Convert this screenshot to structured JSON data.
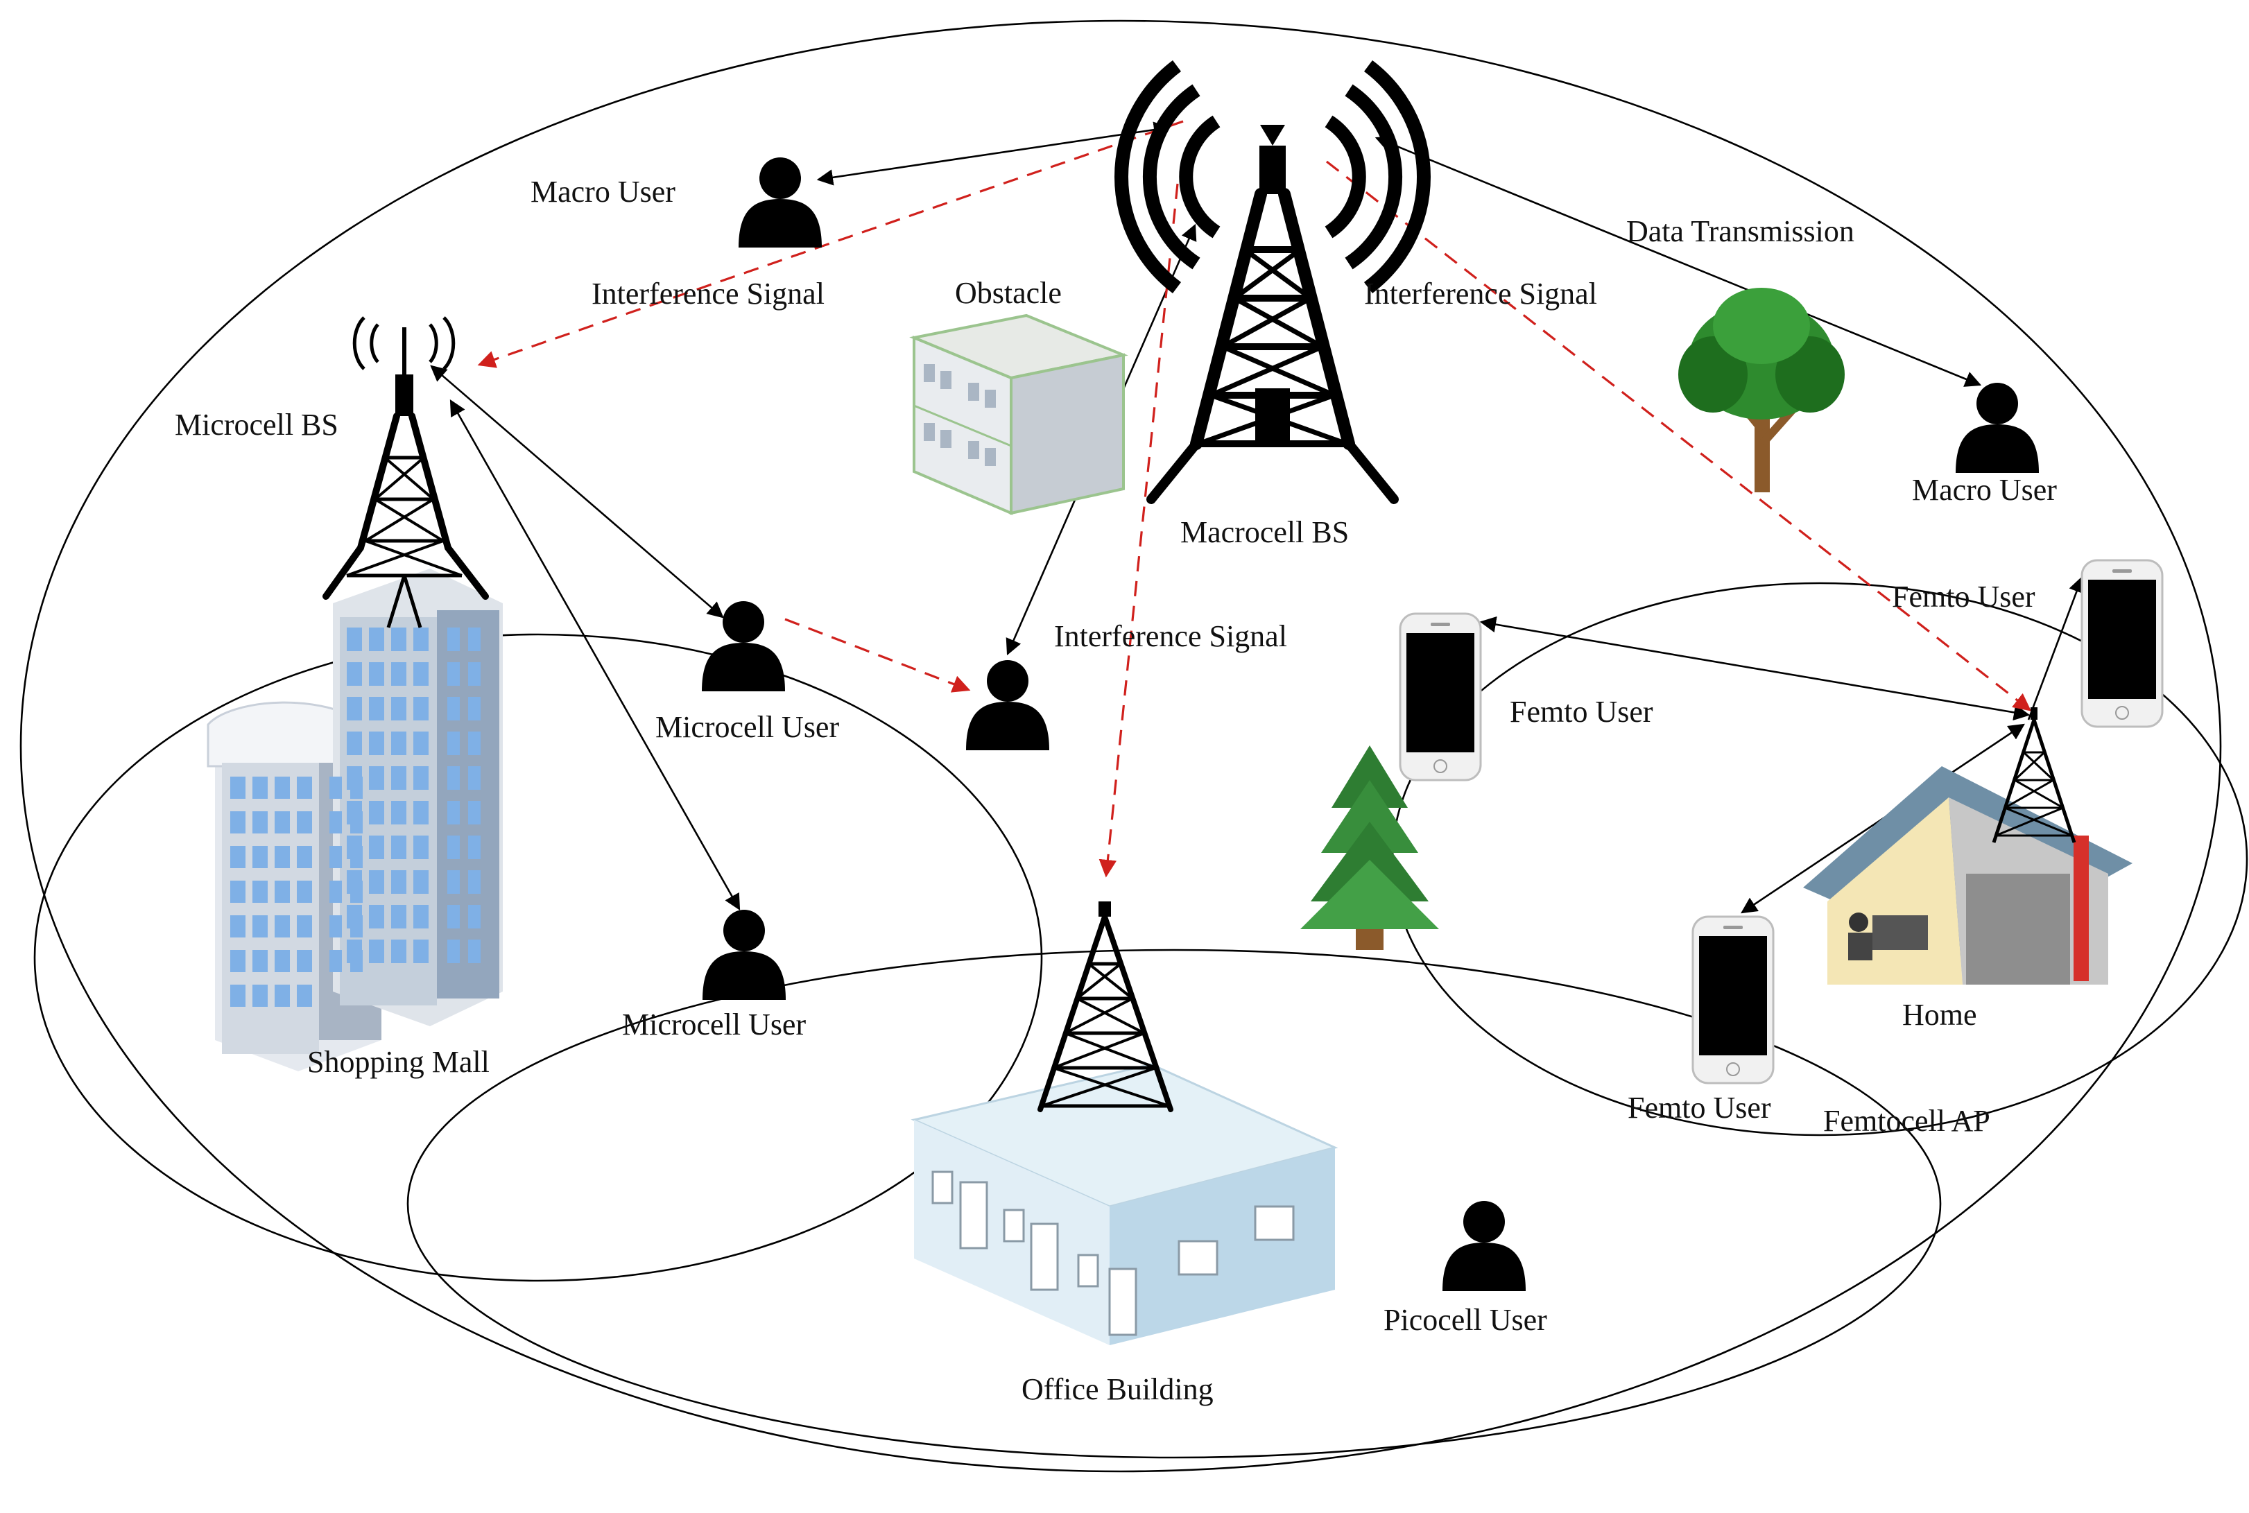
{
  "title": "",
  "labels": {
    "macro_user_1": "Macro User",
    "macro_user_2": "Macro User",
    "macrocell_bs": "Macrocell BS",
    "microcell_bs": "Microcell BS",
    "interference_left": "Interference Signal",
    "interference_right": "Interference Signal",
    "interference_center": "Interference Signal",
    "obstacle": "Obstacle",
    "data_transmission": "Data Transmission",
    "microcell_user_1": "Microcell User",
    "microcell_user_2": "Microcell User",
    "shopping_mall": "Shopping Mall",
    "office_building": "Office Building",
    "picocell_user": "Picocell User",
    "femto_user_1": "Femto User",
    "femto_user_2": "Femto User",
    "femto_user_3": "Femto User",
    "femtocell_ap": "Femtocell AP",
    "home": "Home"
  },
  "colors": {
    "interference": "#d0201c",
    "link": "#000000",
    "building_blue": "#8fb8e4",
    "tree_green": "#2e8b2e"
  },
  "icons": [
    "person-icon",
    "tower-icon",
    "phone-icon",
    "building-icon",
    "tree-icon",
    "house-icon"
  ]
}
